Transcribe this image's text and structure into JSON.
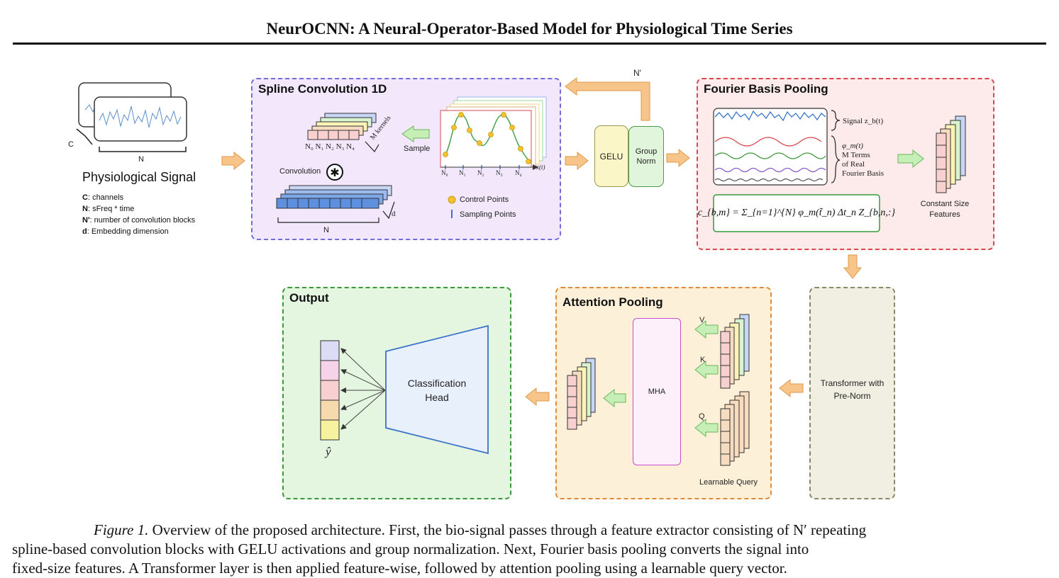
{
  "title": "NeurOCNN: A Neural-Operator-Based Model for Physiological Time Series",
  "signal": {
    "c_label": "C",
    "n_label": "N",
    "name": "Physiological Signal",
    "legend": [
      {
        "key": "C",
        "text": ": channels"
      },
      {
        "key": "N",
        "text": ": sFreq * time"
      },
      {
        "key": "N'",
        "text": ": number of convolution blocks"
      },
      {
        "key": "d",
        "text": ": Embedding dimension"
      }
    ]
  },
  "spline": {
    "title": "Spline Convolution 1D",
    "kernel_ticks": "N₀ N₁ N₂ N₃ N₄",
    "m_kernels": "M kernels",
    "sample": "Sample",
    "convolution": "Convolution",
    "embed_d": "d",
    "embed_n": "N",
    "plot_ticks": [
      "N₀",
      "N₁",
      "N₂",
      "N₃",
      "N₄"
    ],
    "plot_xlabel": "x(t)",
    "legend_control": "Control Points",
    "legend_sampling": "Sampling Points"
  },
  "loop_label": "N'",
  "gelu": "GELU",
  "group_norm": "Group Norm",
  "fourier": {
    "title": "Fourier Basis Pooling",
    "signal_label": "Signal z_b(t)",
    "basis_label": [
      "φ_m(t)",
      "M Terms",
      "of Real",
      "Fourier Basis"
    ],
    "formula": "c_{b,m} = Σ_{n=1}^{N} φ_m(t̃_n) Δt_n Z_{b,n,:}",
    "output_label": "Constant Size Features"
  },
  "transformer": "Transformer with Pre-Norm",
  "attention": {
    "title": "Attention Pooling",
    "mha": "MHA",
    "v": "V",
    "k": "K",
    "q": "Q",
    "learnable_query": "Learnable Query"
  },
  "output": {
    "title": "Output",
    "head": "Classification Head",
    "y_hat": "ŷ"
  },
  "caption": {
    "label": "Figure 1.",
    "line1": "Overview of the proposed architecture. First, the bio-signal passes through a feature extractor consisting of N′ repeating",
    "line2": "spline-based convolution blocks with GELU activations and group normalization. Next, Fourier basis pooling converts the signal into",
    "line3": "fixed-size features. A Transformer layer is then applied feature-wise, followed by attention pooling using a learnable query vector."
  },
  "colors": {
    "spline_border": "#6f6fd6",
    "spline_fill": "#f3e8fb",
    "fourier_border": "#d9474f",
    "fourier_fill": "#fdeaea",
    "attention_border": "#e08a3a",
    "attention_fill": "#fdf0d9",
    "output_border": "#3a9a3a",
    "output_fill": "#e4f5e0",
    "transformer_border": "#8a8a6a",
    "transformer_fill": "#f0efe2",
    "arrow_orange": "#f7c48a",
    "arrow_green": "#c6efb8",
    "signal_line": "#5b8fc9"
  }
}
